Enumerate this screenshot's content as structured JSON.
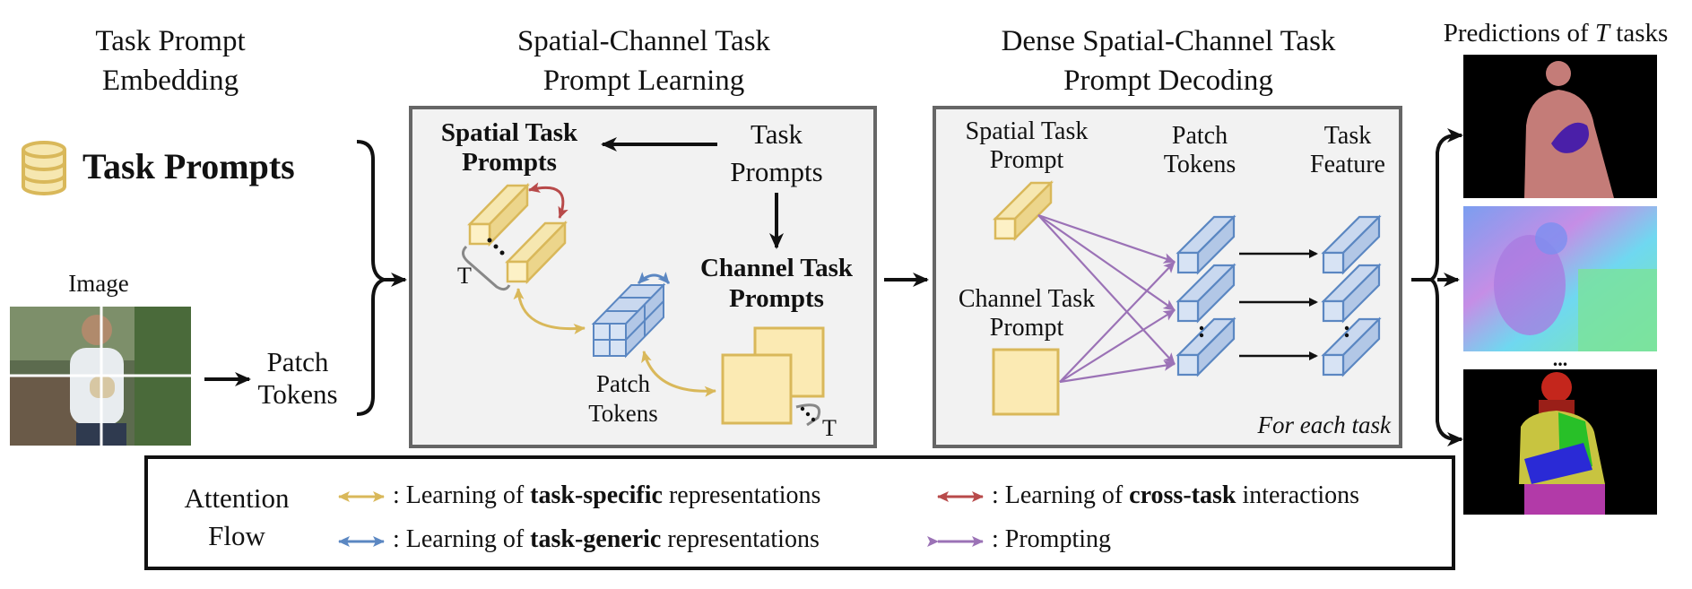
{
  "headers": {
    "embedding": [
      "Task Prompt",
      "Embedding"
    ],
    "learning": [
      "Spatial-Channel Task",
      "Prompt Learning"
    ],
    "decoding": [
      "Dense Spatial-Channel Task",
      "Prompt Decoding"
    ],
    "predictions": [
      "Predictions of ",
      "T",
      " tasks"
    ]
  },
  "left": {
    "task_prompts": "Task Prompts",
    "image": "Image",
    "patch_tokens": [
      "Patch",
      "Tokens"
    ]
  },
  "learning_panel": {
    "spatial": [
      "Spatial Task",
      "Prompts"
    ],
    "task_prompts": [
      "Task",
      "Prompts"
    ],
    "channel": [
      "Channel Task",
      "Prompts"
    ],
    "patch_tokens": [
      "Patch",
      "Tokens"
    ],
    "t_label": "T"
  },
  "decoding_panel": {
    "spatial": [
      "Spatial Task",
      "Prompt"
    ],
    "patch": [
      "Patch",
      "Tokens"
    ],
    "feature": [
      "Task",
      "Feature"
    ],
    "channel": [
      "Channel Task",
      "Prompt"
    ],
    "for_each": "For each task"
  },
  "legend": {
    "title": [
      "Attention",
      "Flow"
    ],
    "items": [
      {
        "color": "#d9b85a",
        "prefix": ": Learning of ",
        "bold": "task-specific",
        "suffix": "  representations"
      },
      {
        "color": "#b84a4a",
        "prefix": ": Learning of ",
        "bold": "cross-task",
        "suffix": " interactions"
      },
      {
        "color": "#5b87c2",
        "prefix": ": Learning of ",
        "bold": "task-generic",
        "suffix": " representations"
      },
      {
        "color": "#9b72b6",
        "prefix": ": Prompting",
        "bold": "",
        "suffix": ""
      }
    ]
  },
  "ellipsis": "..."
}
